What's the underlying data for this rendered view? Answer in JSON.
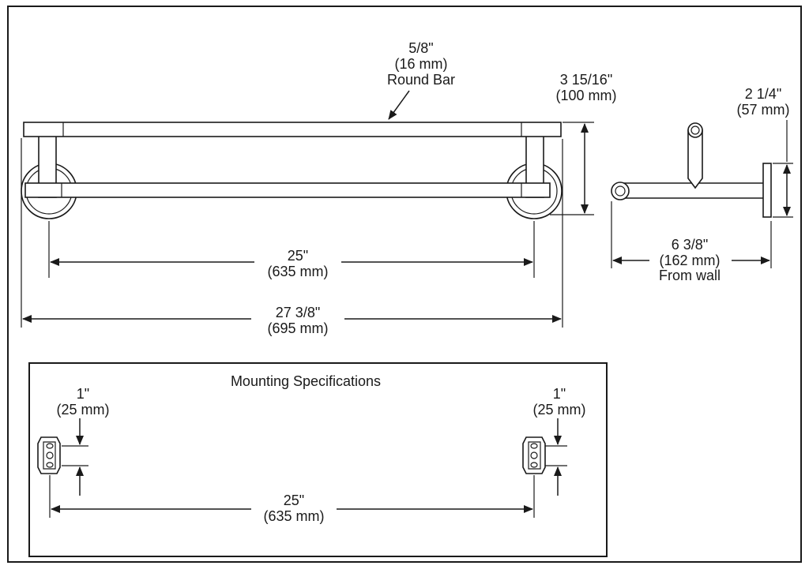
{
  "round_bar": {
    "fraction": "5/8\"",
    "metric": "(16 mm)",
    "label": "Round Bar"
  },
  "height": {
    "fraction": "3 15/16\"",
    "metric": "(100 mm)"
  },
  "flange": {
    "fraction": "2 1/4\"",
    "metric": "(57 mm)"
  },
  "center_width": {
    "fraction": "25\"",
    "metric": "(635 mm)"
  },
  "overall_width": {
    "fraction": "27 3/8\"",
    "metric": "(695 mm)"
  },
  "projection": {
    "fraction": "6 3/8\"",
    "metric": "(162 mm)",
    "label": "From wall"
  },
  "mounting": {
    "title": "Mounting Specifications",
    "left_offset": {
      "fraction": "1\"",
      "metric": "(25 mm)"
    },
    "right_offset": {
      "fraction": "1\"",
      "metric": "(25 mm)"
    },
    "spacing": {
      "fraction": "25\"",
      "metric": "(635 mm)"
    }
  }
}
